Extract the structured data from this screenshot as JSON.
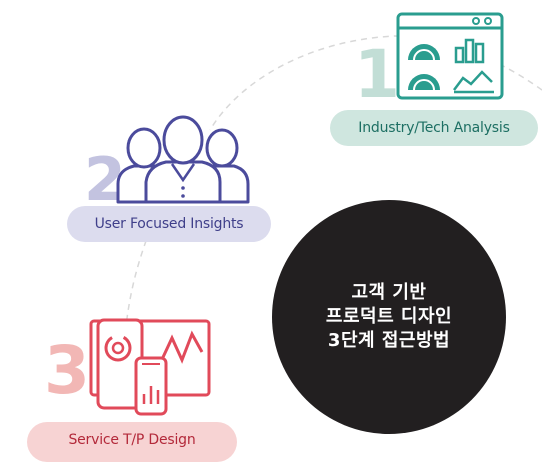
{
  "steps": [
    {
      "number": "1",
      "label": "Industry/Tech Analysis",
      "icon": "analytics-dashboard-icon",
      "color": "#2a9d8f"
    },
    {
      "number": "2",
      "label": "User Focused Insights",
      "icon": "user-group-icon",
      "color": "#4b4b9c"
    },
    {
      "number": "3",
      "label": "Service T/P Design",
      "icon": "device-design-icon",
      "color": "#e14a5a"
    }
  ],
  "center": {
    "line1": "고객 기반",
    "line2": "프로덕트 디자인",
    "line3": "3단계 접근방법"
  }
}
